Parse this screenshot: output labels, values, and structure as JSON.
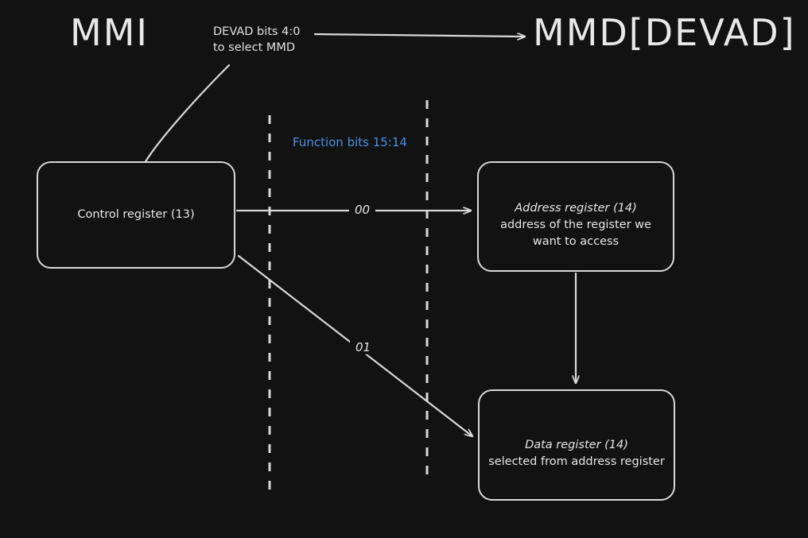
{
  "diagram": {
    "background_color": "#121212",
    "stroke_color": "#d8d8d8",
    "accent_color": "#4a90e2",
    "titles": {
      "left": "MMI",
      "right": "MMD[DEVAD]"
    },
    "annotations": {
      "devad_note": "DEVAD bits 4:0\nto select MMD",
      "function_bits": "Function bits 15:14"
    },
    "boxes": [
      {
        "id": "control",
        "label": "Control register (13)",
        "lead": "",
        "detail": ""
      },
      {
        "id": "address",
        "lead": "Address register (14)",
        "detail": "address of the register we\nwant to access"
      },
      {
        "id": "data",
        "lead": "Data register (14)",
        "detail": "selected from address register"
      }
    ],
    "edge_labels": {
      "to_address": "00",
      "to_data": "01"
    }
  }
}
